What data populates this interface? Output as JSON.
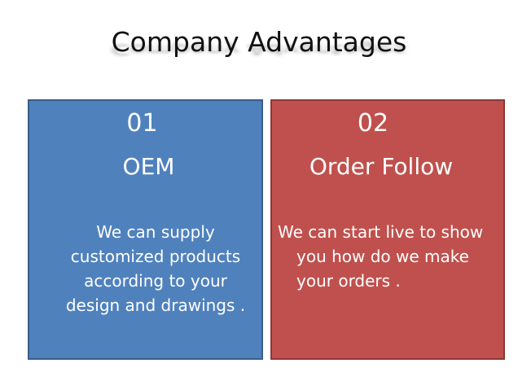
{
  "slide": {
    "title": "Company Advantages"
  },
  "cards": [
    {
      "number": "01",
      "heading": "OEM",
      "lines": [
        "We can supply",
        "customized products",
        "according to your",
        "design and drawings ."
      ],
      "color": "#4f81bd"
    },
    {
      "number": "02",
      "heading": "Order Follow",
      "lines": [
        "We can start live to show",
        "you how do we make",
        "your orders ."
      ],
      "color": "#c0504d"
    }
  ]
}
